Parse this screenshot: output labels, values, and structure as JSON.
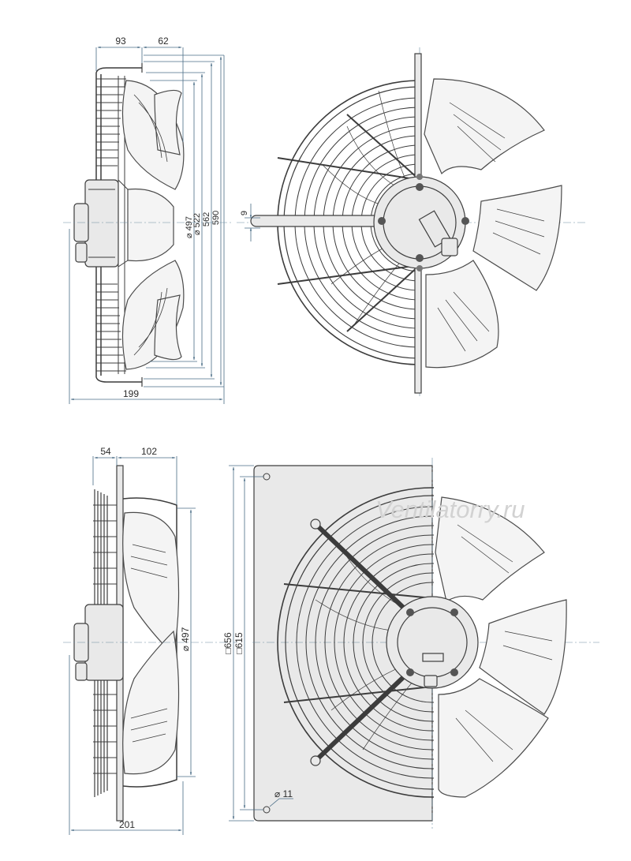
{
  "views": {
    "top_side": {
      "dim_width_left": "93",
      "dim_width_right": "62",
      "dim_total_depth": "199",
      "dim_diameters": [
        "⌀ 497",
        "⌀ 522",
        "562",
        "590"
      ]
    },
    "top_front": {
      "dim_hole": "9"
    },
    "bottom_side": {
      "dim_width_left": "54",
      "dim_width_right": "102",
      "dim_total_depth": "201",
      "dim_diameter": "⌀ 497"
    },
    "bottom_front": {
      "dim_plate_outer": "□656",
      "dim_plate_inner": "□615",
      "dim_hole": "⌀ 11"
    }
  },
  "watermark": "Ventilatorry.ru"
}
